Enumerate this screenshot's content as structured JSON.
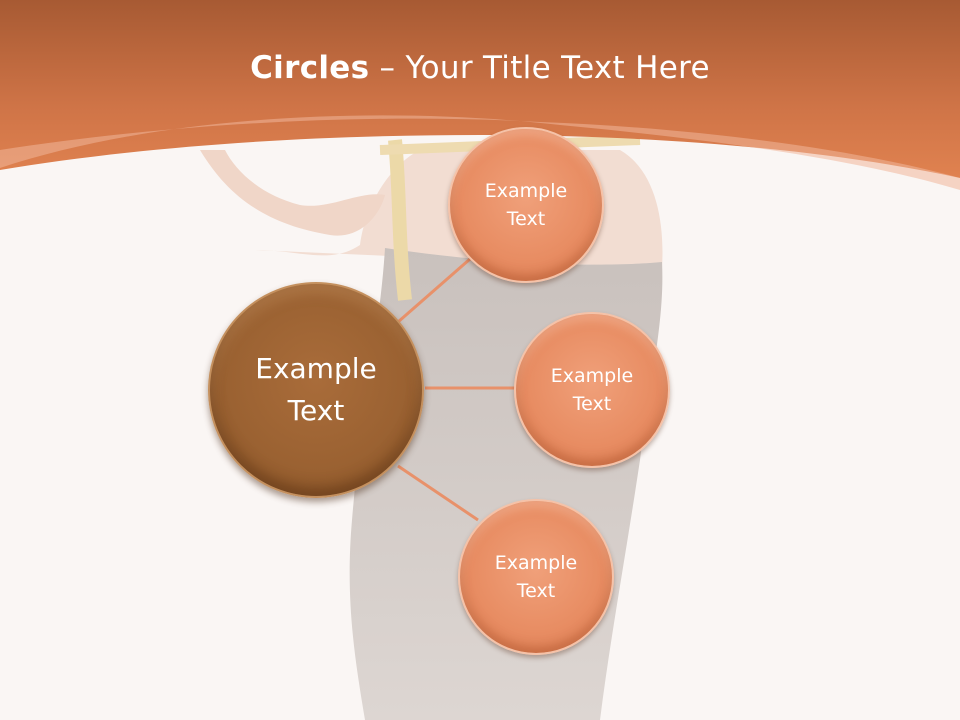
{
  "slide": {
    "title_bold": "Circles",
    "title_rest": " – Your Title Text Here"
  },
  "diagram": {
    "center": {
      "label": "Example Text"
    },
    "nodes": [
      {
        "label": "Example Text"
      },
      {
        "label": "Example Text"
      },
      {
        "label": "Example Text"
      }
    ]
  },
  "colors": {
    "header": "#d97a4a",
    "center_circle": "#9b6232",
    "node_circle": "#e88d63",
    "connector": "#e8916a"
  }
}
